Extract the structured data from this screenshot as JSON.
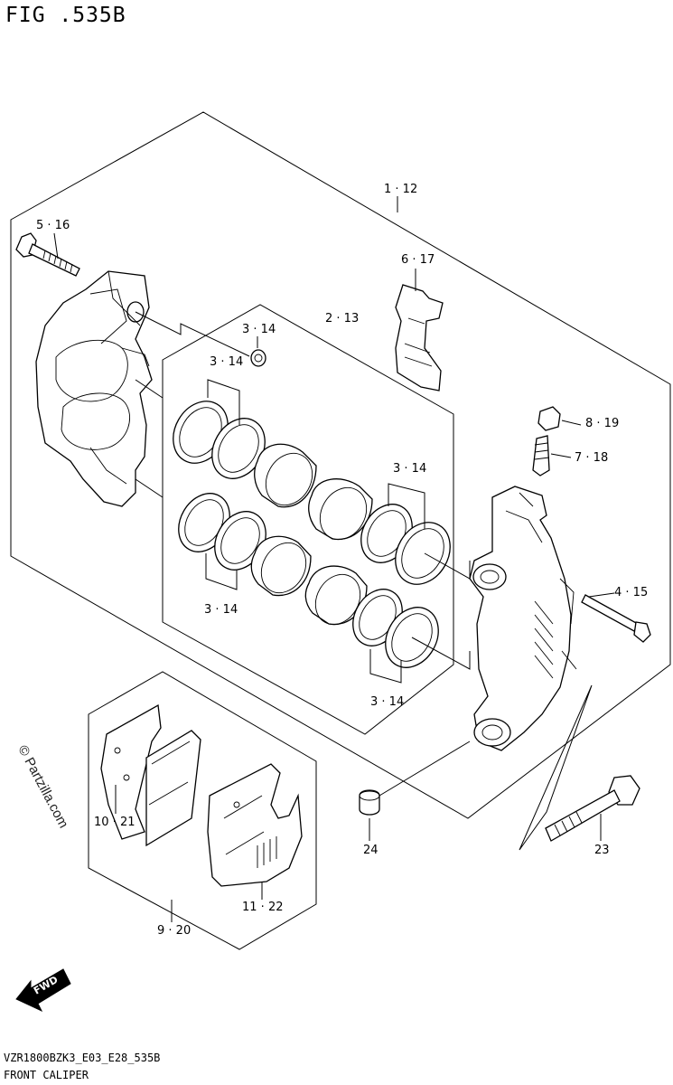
{
  "header": {
    "fig_title": "FIG .535B"
  },
  "footer": {
    "model_code": "VZR1800BZK3_E03_E28_535B",
    "section_name": "FRONT CALIPER"
  },
  "watermark": {
    "text": "© Partzilla.com"
  },
  "fwd_badge": {
    "text": "FWD"
  },
  "callouts": {
    "c1": "1 · 12",
    "c2": "2 · 13",
    "c3a": "3 · 14",
    "c3b": "3 · 14",
    "c3c": "3 · 14",
    "c3d": "3 · 14",
    "c3e": "3 · 14",
    "c4": "4 · 15",
    "c5": "5 · 16",
    "c6": "6 · 17",
    "c7": "7 · 18",
    "c8": "8 · 19",
    "c9": "9 · 20",
    "c10": "10 · 21",
    "c11": "11 · 22",
    "c23": "23",
    "c24": "24"
  }
}
